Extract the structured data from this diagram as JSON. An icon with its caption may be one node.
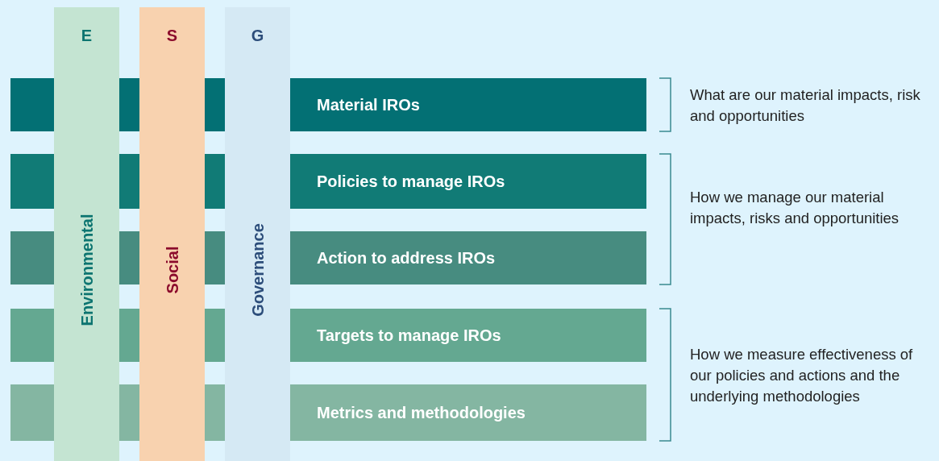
{
  "diagram": {
    "nodes": [
      {
        "text": [
          "E",
          "Environmental"
        ]
      },
      {
        "text": [
          "S",
          "Social"
        ]
      },
      {
        "text": [
          "G",
          "Governance"
        ]
      },
      {
        "text": [
          "Material IROs"
        ]
      },
      {
        "text": [
          "Policies to manage IROs"
        ]
      },
      {
        "text": [
          "Action to address IROs"
        ]
      },
      {
        "text": [
          "Targets to manage IROs"
        ]
      },
      {
        "text": [
          "Metrics and methodologies"
        ]
      }
    ],
    "labels": [
      "What are our material impacts, risk and opportunities",
      "How we manage our material impacts, risks and opportunities",
      "How we measure effectiveness of our policies and actions and the underlying methodologies"
    ]
  }
}
